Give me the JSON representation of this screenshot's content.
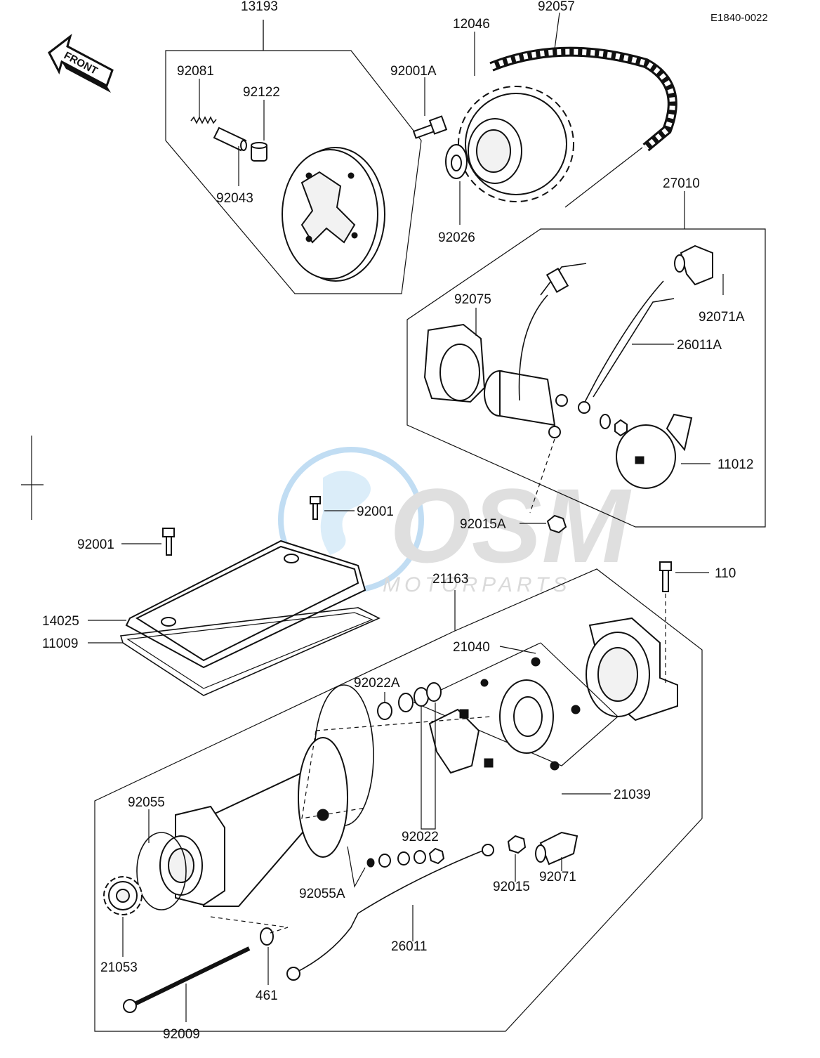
{
  "diagram_code": "E1840-0022",
  "front_arrow_text": "FRONT",
  "watermark": {
    "brand": "OSM",
    "subtitle": "MOTORPARTS",
    "color": "#8fc3ea"
  },
  "part_labels": {
    "p13193": "13193",
    "p92081": "92081",
    "p92122": "92122",
    "p92043": "92043",
    "p12046": "12046",
    "p92057": "92057",
    "p92001A": "92001A",
    "p92026": "92026",
    "p27010": "27010",
    "p92075": "92075",
    "p92071A": "92071A",
    "p26011A": "26011A",
    "p11012": "11012",
    "p92015A": "92015A",
    "p92001_top": "92001",
    "p92001_left": "92001",
    "p21163": "21163",
    "p110": "110",
    "p14025": "14025",
    "p11009": "11009",
    "p21040": "21040",
    "p92022A": "92022A",
    "p21039": "21039",
    "p92055": "92055",
    "p92022": "92022",
    "p92055A": "92055A",
    "p92015": "92015",
    "p92071": "92071",
    "p26011": "26011",
    "p21053": "21053",
    "p461": "461",
    "p92009": "92009"
  }
}
